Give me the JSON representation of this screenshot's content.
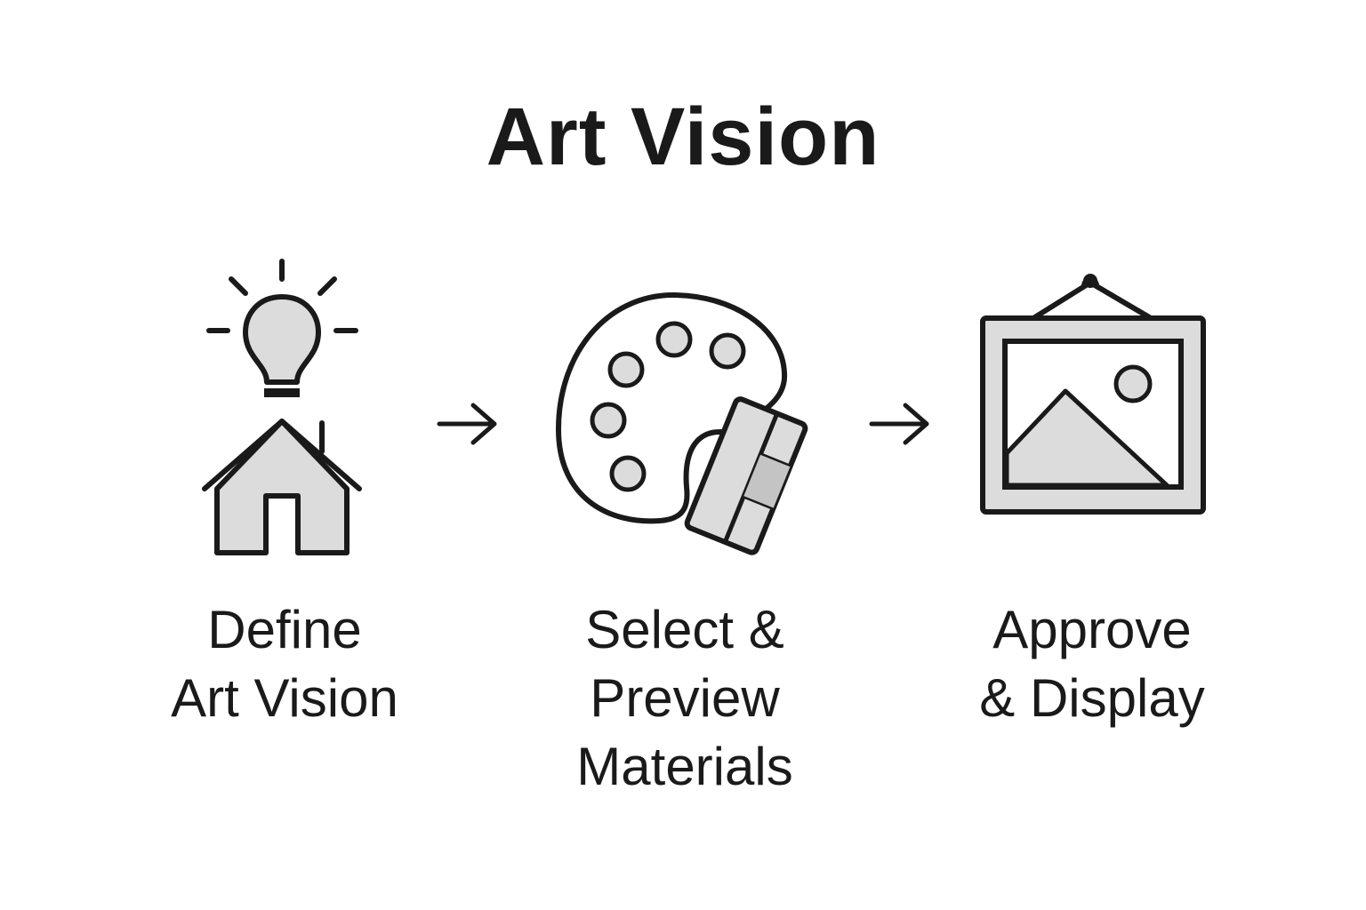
{
  "title": "Art Vision",
  "steps": [
    {
      "icon": "lightbulb-house-icon",
      "label_lines": [
        "Define",
        "Art Vision"
      ]
    },
    {
      "icon": "palette-swatch-icon",
      "label_lines": [
        "Select &",
        "Preview",
        "Materials"
      ]
    },
    {
      "icon": "framed-picture-icon",
      "label_lines": [
        "Approve",
        "& Display"
      ]
    }
  ],
  "connectors": [
    "arrow-right-icon",
    "arrow-right-icon"
  ],
  "colors": {
    "stroke": "#1a1a1a",
    "fill": "#dcdcdc",
    "background": "#ffffff"
  }
}
